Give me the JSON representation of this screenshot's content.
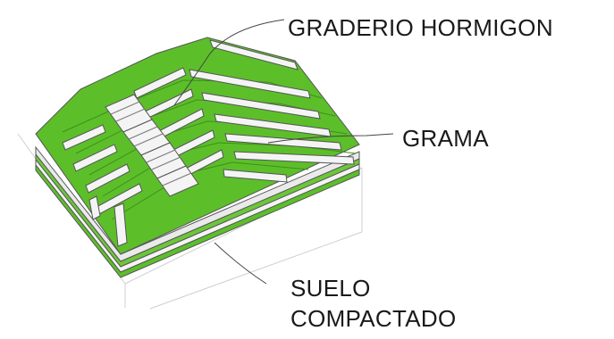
{
  "labels": {
    "graderio": "GRADERIO HORMIGON",
    "grama": "GRAMA",
    "suelo_line1": "SUELO",
    "suelo_line2": "COMPACTADO"
  },
  "colors": {
    "grass": "#5cbf2a",
    "grass_dark": "#3e9a1a",
    "concrete": "#f4f4f4",
    "outline": "#555555",
    "ground": "#fbfbfb"
  }
}
